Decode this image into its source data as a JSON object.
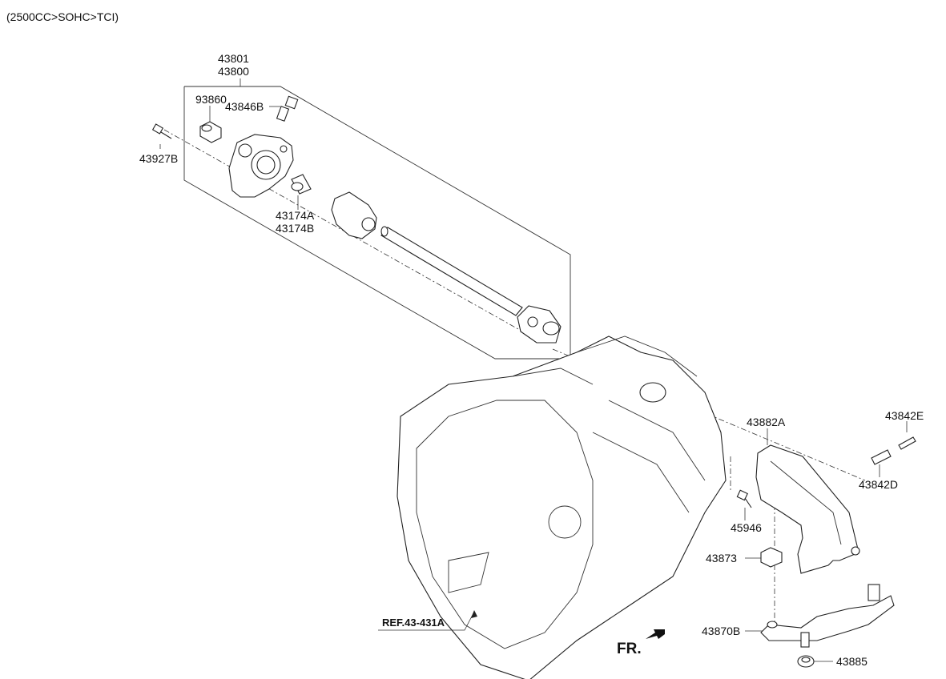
{
  "header": {
    "variant": "(2500CC>SOHC>TCI)"
  },
  "labels": {
    "p43801": "43801",
    "p43800": "43800",
    "p93860": "93860",
    "p43846B": "43846B",
    "p43927B": "43927B",
    "p43174A": "43174A",
    "p43174B": "43174B",
    "p43882A": "43882A",
    "p43842E": "43842E",
    "p43842D": "43842D",
    "p45946": "45946",
    "p43873": "43873",
    "p43870B": "43870B",
    "p43885": "43885",
    "ref": "REF.43-431A",
    "front": "FR."
  }
}
